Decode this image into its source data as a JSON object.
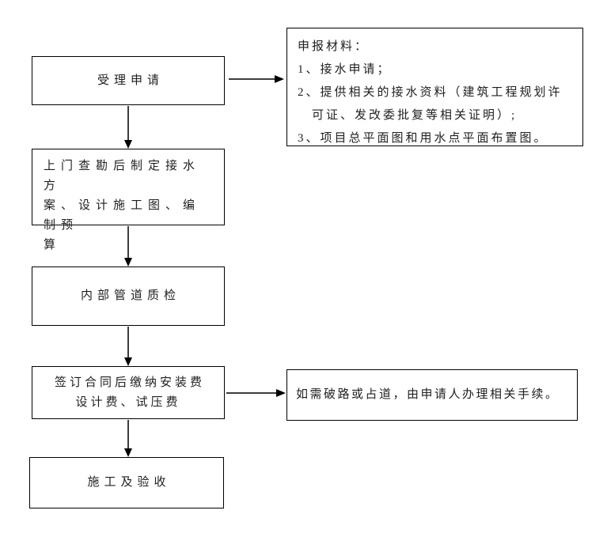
{
  "page": {
    "background": "#ffffff",
    "colors": {
      "box_border": "#000000",
      "arrow_line": "#3d3d3d",
      "arrow_head": "#000000",
      "text": "#1f1f1f"
    }
  },
  "flowchart": {
    "nodes": {
      "accept": {
        "label": "受理申请"
      },
      "materials": {
        "label": "申报材料：\n1、接水申请；\n2、提供相关的接水资料（建筑工程规划许\n　可证、发改委批复等相关证明）;\n3、项目总平面图和用水点平面布置图。"
      },
      "survey": {
        "label": "上门查勘后制定接水方\n案、设计施工图、编制预\n算"
      },
      "inspection": {
        "label": "内部管道质检"
      },
      "contract": {
        "label": "签订合同后缴纳安装费\n设计费、试压费"
      },
      "road": {
        "label": "如需破路或占道，由申请人办理相关手续。"
      },
      "construction": {
        "label": "施工及验收"
      }
    },
    "edges": [
      {
        "from": "accept",
        "to": "materials",
        "direction": "right"
      },
      {
        "from": "accept",
        "to": "survey",
        "direction": "down"
      },
      {
        "from": "survey",
        "to": "inspection",
        "direction": "down"
      },
      {
        "from": "inspection",
        "to": "contract",
        "direction": "down"
      },
      {
        "from": "contract",
        "to": "road",
        "direction": "right"
      },
      {
        "from": "contract",
        "to": "construction",
        "direction": "down"
      }
    ]
  }
}
